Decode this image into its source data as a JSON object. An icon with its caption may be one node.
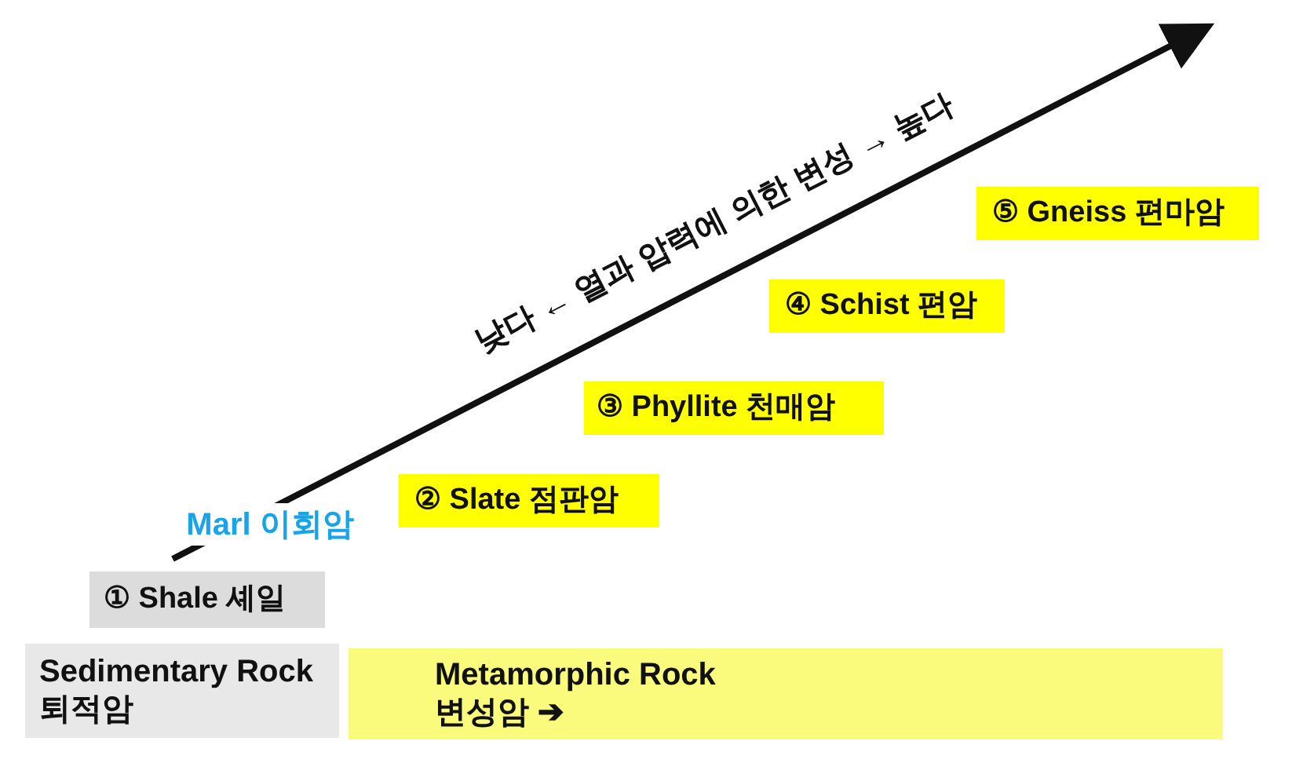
{
  "diagram": {
    "nodes": [
      {
        "text": [
          "⑤ Gneiss 편마암"
        ]
      },
      {
        "text": [
          "④ Schist 편암"
        ]
      },
      {
        "text": [
          "③ Phyllite 천매암"
        ]
      },
      {
        "text": [
          "② Slate 점판암"
        ]
      },
      {
        "text": [
          "① Shale 셰일"
        ]
      },
      {
        "text": [
          "Sedimentary Rock 퇴적암"
        ]
      },
      {
        "text": [
          "Metamorphic Rock 변성암 ➔"
        ]
      }
    ],
    "edges": [],
    "labels": [
      "낮다 ← 열과 압력에 의한 변성 → 높다",
      "Marl 이회암"
    ]
  }
}
